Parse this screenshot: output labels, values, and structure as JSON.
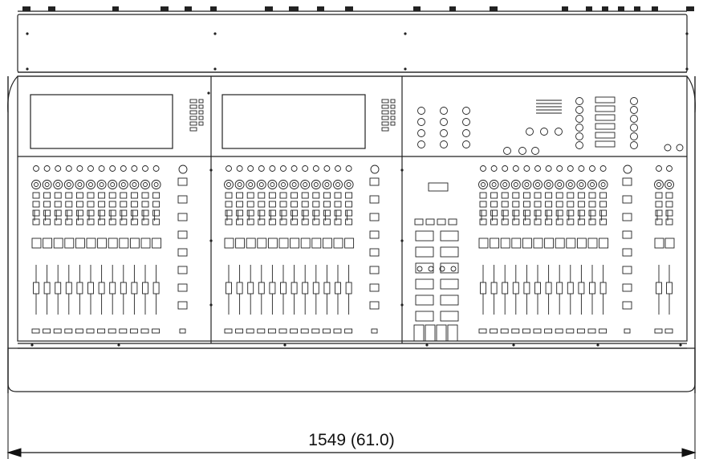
{
  "dimension": {
    "label": "1549 (61.0)"
  },
  "sections": {
    "screen_bays": 2,
    "channel_faders_per_bay": 12,
    "right_bay_faders": 12,
    "far_right_faders": 2
  }
}
